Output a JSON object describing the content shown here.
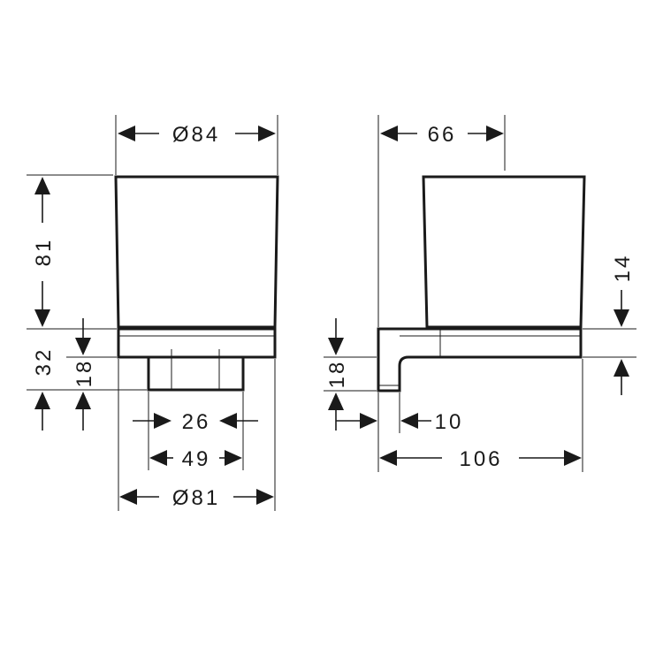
{
  "front_view": {
    "diameter_top": "Ø84",
    "height_cup": "81",
    "height_base": "32",
    "height_lower": "18",
    "width_inner": "26",
    "width_mount": "49",
    "diameter_base": "Ø81"
  },
  "side_view": {
    "depth_cup": "66",
    "height_offset": "14",
    "height_lower": "18",
    "offset_wall": "10",
    "depth_total": "106"
  }
}
